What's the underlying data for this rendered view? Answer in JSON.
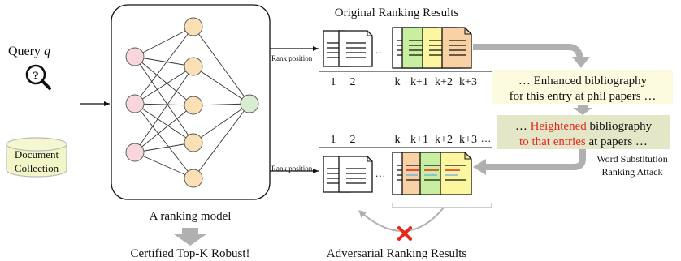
{
  "query": {
    "label": "Query",
    "symbol": "q",
    "icon": "search-question-icon"
  },
  "collection": {
    "line1": "Document",
    "line2": "Collection"
  },
  "model": {
    "label": "A ranking model",
    "certified": "Certified Top-K Robust!"
  },
  "original": {
    "title": "Original Ranking Results",
    "rank_position": "Rank position",
    "positions": [
      "1",
      "2",
      "k",
      "k+1",
      "k+2",
      "k+3"
    ],
    "dots": "…"
  },
  "enhanced": {
    "line1": "… Enhanced bibliography",
    "line2": "for this entry at phil papers …"
  },
  "heightened": {
    "line1_prefix": "… ",
    "line1_red": "Heightened",
    "line1_suffix": " bibliography",
    "line2_red": "to that entries",
    "line2_suffix": " at papers …"
  },
  "attack": {
    "line1": "Word Substitution",
    "line2": "Ranking Attack"
  },
  "adversarial": {
    "title": "Adversarial Ranking Results",
    "rank_position": "Rank position",
    "positions": [
      "1",
      "2",
      "k",
      "k+1",
      "k+2",
      "k+3"
    ],
    "dots": "…"
  },
  "colors": {
    "green_doc": "#c8ef9f",
    "yellow_doc": "#fdf6a0",
    "orange_doc": "#f8d1a4",
    "pink_node": "#f8d7dc",
    "peach_node": "#fbe0b6",
    "output_node": "#d8ecd2",
    "enhanced_box": "#fcfbe0",
    "heightened_box": "#e4e6c8",
    "collection": "#f2f5c6",
    "red_text": "#e8281e",
    "grey_arrow": "#b0b0b0"
  }
}
